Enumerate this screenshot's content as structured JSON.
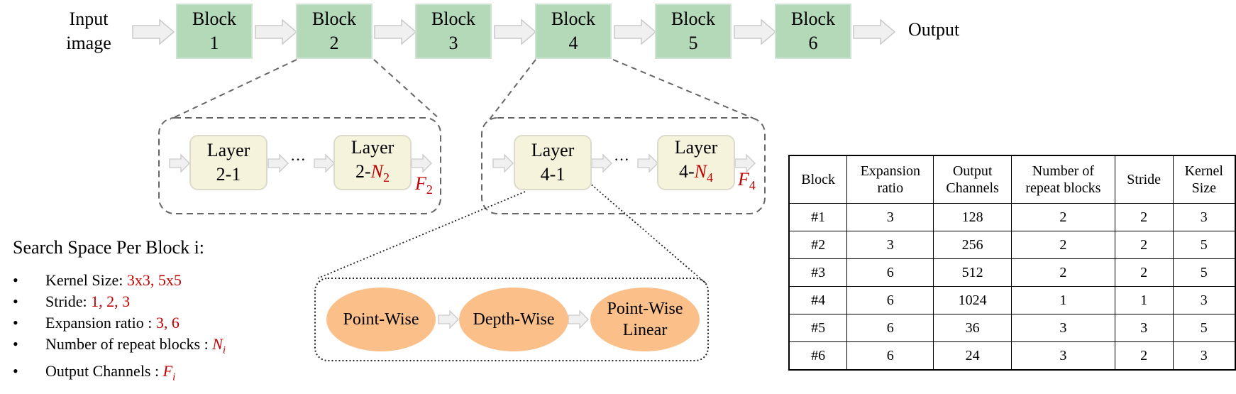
{
  "top_flow": {
    "input_label": [
      "Input",
      "image"
    ],
    "output_label": "Output",
    "blocks": [
      {
        "line1": "Block",
        "line2": "1"
      },
      {
        "line1": "Block",
        "line2": "2"
      },
      {
        "line1": "Block",
        "line2": "3"
      },
      {
        "line1": "Block",
        "line2": "4"
      },
      {
        "line1": "Block",
        "line2": "5"
      },
      {
        "line1": "Block",
        "line2": "6"
      }
    ]
  },
  "block2_detail": {
    "layer_first": {
      "line1": "Layer",
      "line2": "2-1"
    },
    "layer_last": {
      "line1": "Layer",
      "prefix": "2-",
      "var": "N",
      "sub": "2"
    },
    "ellipsis": "···",
    "feature": {
      "var": "F",
      "sub": "2"
    }
  },
  "block4_detail": {
    "layer_first": {
      "line1": "Layer",
      "line2": "4-1"
    },
    "layer_last": {
      "line1": "Layer",
      "prefix": "4-",
      "var": "N",
      "sub": "4"
    },
    "ellipsis": "···",
    "feature": {
      "var": "F",
      "sub": "4"
    }
  },
  "layer_ops": {
    "pointwise": "Point-Wise",
    "depthwise": "Depth-Wise",
    "pointwise_linear": [
      "Point-Wise",
      "Linear"
    ]
  },
  "search_space": {
    "title": "Search Space Per Block i:",
    "bullet": "•",
    "items": [
      {
        "label": "Kernel Size: ",
        "value": "3x3, 5x5"
      },
      {
        "label": "Stride: ",
        "value": "1, 2, 3"
      },
      {
        "label": "Expansion ratio : ",
        "value": "3, 6"
      },
      {
        "label": "Number of repeat blocks : ",
        "var": "N",
        "sub": "i"
      },
      {
        "label": "Output Channels : ",
        "var": "F",
        "sub": "i"
      }
    ]
  },
  "table": {
    "headers": [
      [
        "Block"
      ],
      [
        "Expansion",
        "ratio"
      ],
      [
        "Output",
        "Channels"
      ],
      [
        "Number of",
        "repeat blocks"
      ],
      [
        "Stride"
      ],
      [
        "Kernel",
        "Size"
      ]
    ],
    "rows": [
      [
        "#1",
        "3",
        "128",
        "2",
        "2",
        "3"
      ],
      [
        "#2",
        "3",
        "256",
        "2",
        "2",
        "5"
      ],
      [
        "#3",
        "6",
        "512",
        "2",
        "2",
        "5"
      ],
      [
        "#4",
        "6",
        "1024",
        "1",
        "1",
        "3"
      ],
      [
        "#5",
        "6",
        "36",
        "3",
        "3",
        "5"
      ],
      [
        "#6",
        "6",
        "24",
        "3",
        "2",
        "3"
      ]
    ]
  },
  "colors": {
    "block_fill": "#b3d9b8",
    "layer_fill": "#f5f3dc",
    "op_fill": "#fbbf8a",
    "highlight_red": "#c00000",
    "arrow_fill": "#f0f0f0"
  }
}
